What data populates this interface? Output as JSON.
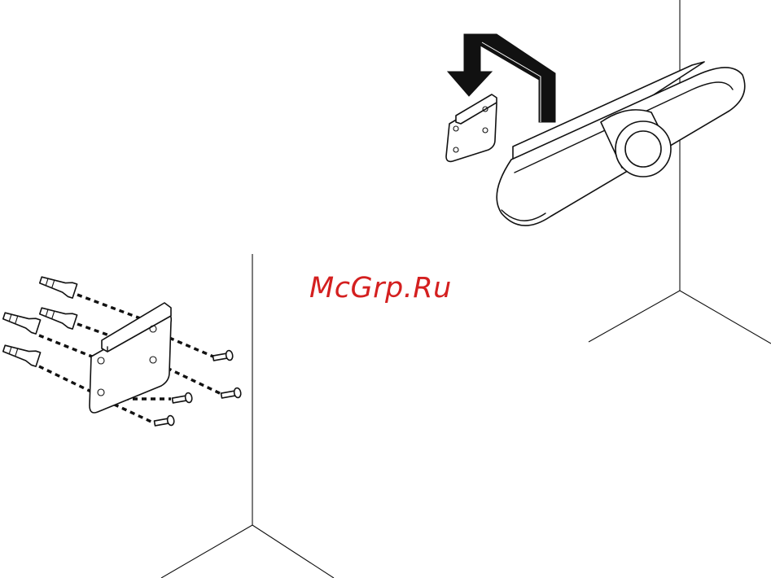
{
  "watermark": {
    "text": "McGrp.Ru",
    "color": "#d41f1f"
  },
  "steps": [
    {
      "step": "mount-bracket-to-wall",
      "anchors": 4,
      "screws": 4
    },
    {
      "step": "hang-camera-on-bracket",
      "direction": "down"
    }
  ],
  "icons": [
    "wall-anchor-icon",
    "screw-icon",
    "mounting-plate-icon",
    "camera-bar-icon",
    "down-arrow-icon"
  ]
}
